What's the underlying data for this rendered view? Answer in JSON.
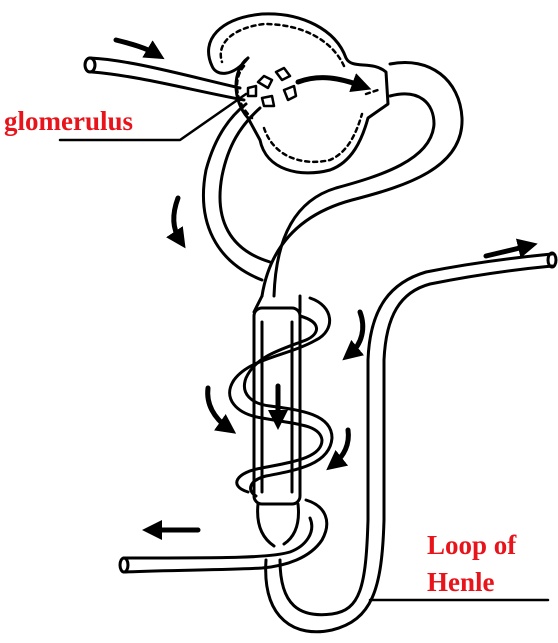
{
  "labels": {
    "glomerulus": "glomerulus",
    "loop_of_henle_line1": "Loop of",
    "loop_of_henle_line2": "Henle"
  },
  "colors": {
    "label": "#e8141b",
    "line": "#000000",
    "background": "#ffffff"
  },
  "icons": [
    "flow-arrow-icon"
  ]
}
